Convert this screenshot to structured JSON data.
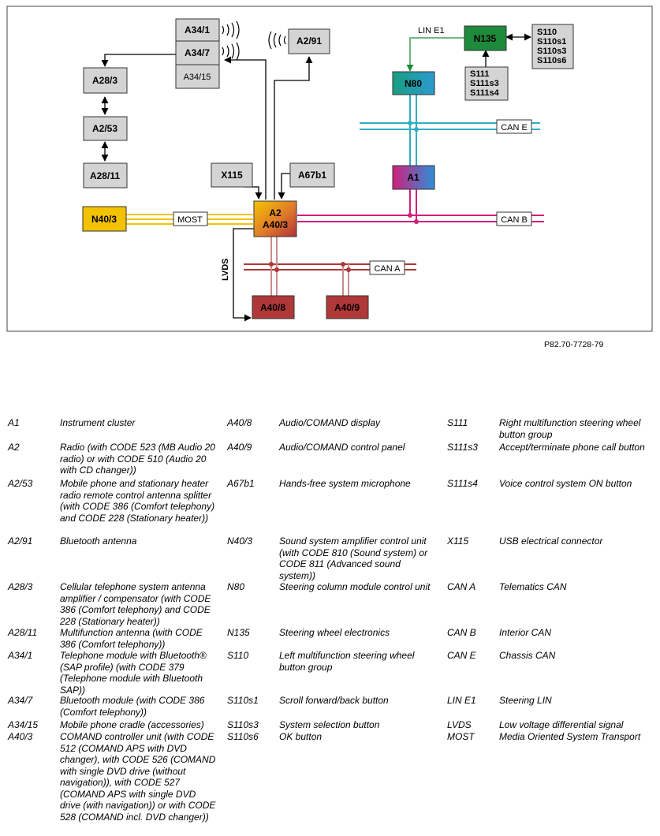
{
  "diagram": {
    "components": {
      "a34_1": "A34/1",
      "a34_7": "A34/7",
      "a34_15": "A34/15",
      "a2_91": "A2/91",
      "a28_3": "A28/3",
      "a2_53": "A2/53",
      "a28_11": "A28/11",
      "x115": "X115",
      "a67b1": "A67b1",
      "a2_line1": "A2",
      "a2_line2": "A40/3",
      "n40_3": "N40/3",
      "a40_8": "A40/8",
      "a40_9": "A40/9",
      "n135": "N135",
      "n80": "N80",
      "a1": "A1",
      "s111_group": [
        "S111",
        "S111s3",
        "S111s4"
      ],
      "s110_group": [
        "S110",
        "S110s1",
        "S110s3",
        "S110s6"
      ]
    },
    "bus_labels": {
      "most": "MOST",
      "can_a": "CAN A",
      "can_b": "CAN B",
      "can_e": "CAN E",
      "lin_e1": "LIN E1",
      "lvds": "LVDS"
    },
    "colors": {
      "component_gray": "#d4d4d4",
      "most_yellow": "#f3c200",
      "can_b_magenta": "#d0207a",
      "can_e_cyan": "#31aec4",
      "can_a_red": "#b03838",
      "n135_green": "#1e8a3c",
      "n80_teal": "#1a9e96"
    },
    "reference": "P82.70-7728-79"
  },
  "legend": {
    "columns": [
      [
        {
          "code": "A1",
          "desc": "Instrument cluster"
        },
        {
          "code": "A2",
          "desc": "Radio (with CODE 523 (MB Audio 20 radio) or with CODE 510 (Audio 20 with CD changer))"
        },
        {
          "code": "A2/53",
          "desc": "Mobile phone and stationary heater radio remote control antenna splitter (with CODE 386 (Comfort telephony) and CODE 228 (Stationary heater))"
        },
        {
          "code": "A2/91",
          "desc": "Bluetooth antenna"
        },
        {
          "code": "A28/3",
          "desc": "Cellular telephone system antenna amplifier / compensator (with CODE 386 (Comfort telephony) and CODE 228 (Stationary heater))"
        },
        {
          "code": "A28/11",
          "desc": "Multifunction antenna (with CODE 386 (Comfort telephony))"
        },
        {
          "code": "A34/1",
          "desc": "Telephone module with Bluetooth® (SAP profile) (with CODE 379 (Telephone module with Bluetooth SAP))"
        },
        {
          "code": "A34/7",
          "desc": "Bluetooth module (with CODE 386 (Comfort telephony))"
        },
        {
          "code": "A34/15",
          "desc": "Mobile phone cradle (accessories)"
        },
        {
          "code": "A40/3",
          "desc": "COMAND controller unit (with CODE 512 (COMAND APS with DVD changer), with CODE 526 (COMAND with single DVD drive (without navigation)), with CODE 527 (COMAND APS with single DVD drive (with navigation)) or with CODE 528 (COMAND incl. DVD changer))"
        }
      ],
      [
        {
          "code": "A40/8",
          "desc": "Audio/COMAND display"
        },
        {
          "code": "A40/9",
          "desc": "Audio/COMAND control panel"
        },
        {
          "code": "A67b1",
          "desc": "Hands-free system microphone"
        },
        {
          "code": "N40/3",
          "desc": "Sound system amplifier control unit (with CODE 810 (Sound system) or CODE 811 (Advanced sound system))"
        },
        {
          "code": "N80",
          "desc": "Steering column module control unit"
        },
        {
          "code": "N135",
          "desc": "Steering wheel electronics"
        },
        {
          "code": "S110",
          "desc": "Left multifunction steering wheel button group"
        },
        {
          "code": "S110s1",
          "desc": "Scroll forward/back button"
        },
        {
          "code": "S110s3",
          "desc": "System selection button"
        },
        {
          "code": "S110s6",
          "desc": "OK button"
        }
      ],
      [
        {
          "code": "S111",
          "desc": "Right multifunction steering wheel button group"
        },
        {
          "code": "S111s3",
          "desc": "Accept/terminate phone call button"
        },
        {
          "code": "S111s4",
          "desc": "Voice control system ON button"
        },
        {
          "code": "X115",
          "desc": "USB electrical connector"
        },
        {
          "code": "CAN A",
          "desc": "Telematics CAN"
        },
        {
          "code": "CAN B",
          "desc": "Interior CAN"
        },
        {
          "code": "CAN E",
          "desc": "Chassis CAN"
        },
        {
          "code": "LIN E1",
          "desc": "Steering LIN"
        },
        {
          "code": "LVDS",
          "desc": "Low voltage differential signal"
        },
        {
          "code": "MOST",
          "desc": "Media Oriented System Transport"
        }
      ]
    ]
  }
}
